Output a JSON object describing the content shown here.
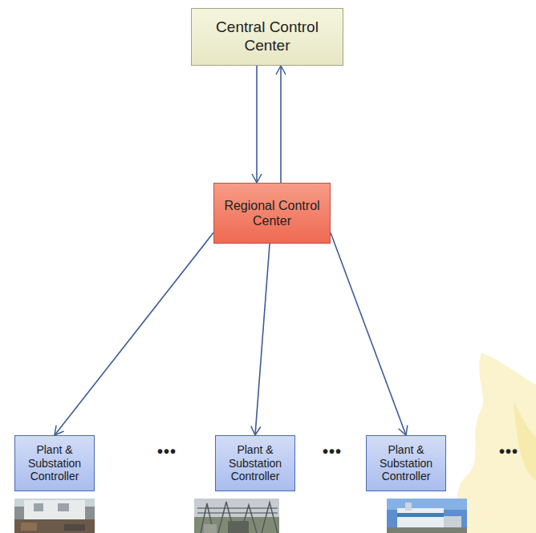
{
  "diagram": {
    "nodes": [
      {
        "text": [
          "Central Control Center"
        ]
      },
      {
        "text": [
          "Regional Control Center"
        ]
      },
      {
        "text": [
          "Plant & Substation Controller"
        ]
      },
      {
        "text": [
          "Plant & Substation Controller"
        ]
      },
      {
        "text": [
          "Plant & Substation Controller"
        ]
      }
    ],
    "edges": [
      {
        "from": 0,
        "to": 1,
        "arrow": "to"
      },
      {
        "from": 1,
        "to": 0,
        "arrow": "to"
      },
      {
        "from": 1,
        "to": 2,
        "arrow": "to"
      },
      {
        "from": 1,
        "to": 3,
        "arrow": "to"
      },
      {
        "from": 1,
        "to": 4,
        "arrow": "to"
      }
    ],
    "labels": [
      "•••",
      "•••",
      "•••"
    ]
  }
}
